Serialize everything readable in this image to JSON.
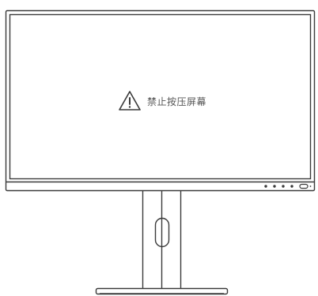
{
  "screen": {
    "warning_text": "禁止按压屏幕",
    "warning_icon": "warning-triangle-icon"
  },
  "bezel_buttons": [
    {
      "icon": "control-button-dot"
    },
    {
      "icon": "control-button-dot"
    },
    {
      "icon": "control-button-dot"
    },
    {
      "icon": "control-button-dot"
    },
    {
      "icon": "power-button-icon"
    }
  ],
  "colors": {
    "outline": "#3a3a3a",
    "text": "#555555",
    "background": "#ffffff"
  }
}
